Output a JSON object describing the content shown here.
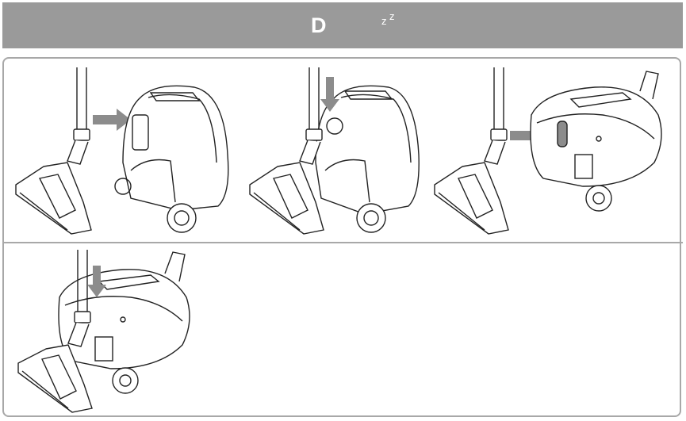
{
  "header": {
    "mode_letter": "D",
    "icon": "sleep-moon-icon",
    "background_color": "#9a9a9a",
    "text_color": "#ffffff"
  },
  "steps": [
    {
      "id": "step-1",
      "row": 1,
      "icon": "vacuum-front-with-arrow"
    },
    {
      "id": "step-2",
      "row": 1,
      "icon": "vacuum-front-tube-inserted"
    },
    {
      "id": "step-3",
      "row": 1,
      "icon": "vacuum-side-with-arrow"
    },
    {
      "id": "step-4",
      "row": 2,
      "icon": "vacuum-side-tube-inserted"
    }
  ],
  "colors": {
    "arrow": "#8c8c8c",
    "line": "#222222",
    "frame": "#a8a8a8"
  }
}
